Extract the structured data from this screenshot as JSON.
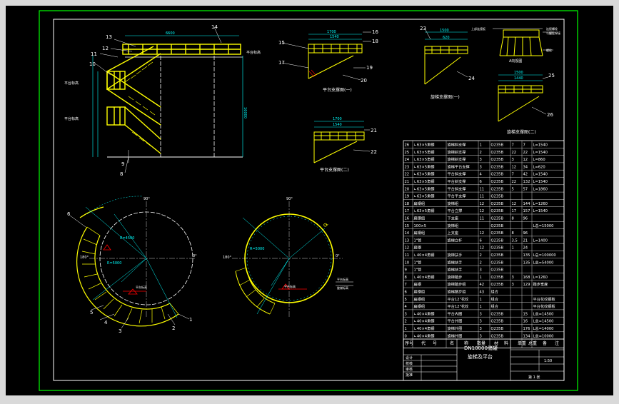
{
  "bom_rows": [
    [
      "26",
      "∟63×5角钢",
      "旋梯斜支撑",
      "1",
      "Q235B",
      "7",
      "7",
      "L=1540"
    ],
    [
      "25",
      "∟63×5角钢",
      "旋梯斜支撑",
      "2",
      "Q235B",
      "22",
      "22",
      "L=1540"
    ],
    [
      "24",
      "∟63×5角钢",
      "旋梯斜支撑",
      "3",
      "Q235B",
      "3",
      "12",
      "L=860"
    ],
    [
      "23",
      "∟63×5角钢",
      "旋梯平台支撑",
      "3",
      "Q235B",
      "12",
      "34",
      "L=620"
    ],
    [
      "22",
      "∟63×5角钢",
      "平台斜支撑",
      "4",
      "Q235B",
      "7",
      "42",
      "L=1540"
    ],
    [
      "21",
      "∟63×5角钢",
      "平台斜支撑",
      "6",
      "Q235B",
      "22",
      "132",
      "L=1540"
    ],
    [
      "20",
      "∟63×5角钢",
      "平台斜支撑",
      "11",
      "Q235B",
      "5",
      "57",
      "L=1860"
    ],
    [
      "19",
      "∟63×5角钢",
      "平台平支撑",
      "11",
      "Q235B",
      "",
      "",
      ""
    ],
    [
      "18",
      "扁钢组",
      "旋梯组",
      "12",
      "Q235B",
      "12",
      "144",
      "L=1260"
    ],
    [
      "17",
      "∟63×5角钢",
      "平台立撑",
      "12",
      "Q235B",
      "17",
      "157",
      "L=1540"
    ],
    [
      "16",
      "扁钢组",
      "下支座",
      "11",
      "Q235B",
      "8",
      "96",
      ""
    ],
    [
      "15",
      "100×5",
      "旋梯组",
      "",
      "Q235B",
      "",
      "",
      "L总=15000"
    ],
    [
      "14",
      "扁钢组",
      "上支座",
      "12",
      "Q235B",
      "8",
      "96",
      ""
    ],
    [
      "13",
      "1\"管",
      "旋梯立杆",
      "6",
      "Q235B",
      "3.5",
      "21",
      "L=1400"
    ],
    [
      "12",
      "扁钢",
      "",
      "12",
      "Q235B",
      "1",
      "24",
      ""
    ],
    [
      "11",
      "∟40×4角钢",
      "旋梯扶手",
      "2",
      "Q235B",
      "",
      "135",
      "L总=100000"
    ],
    [
      "10",
      "1\"管",
      "旋梯扶手",
      "2",
      "Q235B",
      "",
      "135",
      "L总=54000"
    ],
    [
      "9",
      "1\"管",
      "旋梯扶手",
      "3",
      "Q235B",
      "",
      "",
      ""
    ],
    [
      "8",
      "∟40×4角钢",
      "旋梯踏步",
      "1",
      "Q235B",
      "3",
      "168",
      "L=1260"
    ],
    [
      "7",
      "扁钢",
      "旋梯踏步组",
      "42",
      "Q235B",
      "3",
      "129",
      "踏步宽度"
    ],
    [
      "6",
      "扁钢组",
      "旋梯踏步组",
      "43",
      "组合",
      "",
      "",
      ""
    ],
    [
      "5",
      "扁钢组",
      "平台12\"花纹",
      "1",
      "组合",
      "",
      "",
      "平台花纹钢板"
    ],
    [
      "4",
      "扁钢组",
      "平台12\"花纹",
      "1",
      "组合",
      "",
      "",
      "平台花纹钢板"
    ],
    [
      "3",
      "∟40×4角钢",
      "平台内圈",
      "3",
      "Q235B",
      "",
      "15",
      "L总=14500"
    ],
    [
      "2",
      "∟40×4角钢",
      "平台外圈",
      "3",
      "Q235B",
      "",
      "16",
      "L总=14500"
    ],
    [
      "1",
      "∟40×4角钢",
      "旋梯外圈",
      "3",
      "Q235B",
      "",
      "176",
      "L总=14000"
    ],
    [
      "0",
      "∟40×4角钢",
      "旋梯外圈",
      "3",
      "Q235B",
      "",
      "134",
      "L总=10000"
    ]
  ],
  "header_row": [
    "序号",
    "代",
    "号",
    "名",
    "称",
    "数量",
    "材",
    "料",
    "单重",
    "总重",
    "备",
    "注"
  ],
  "title_block": {
    "drawing_name": "DN10000储罐",
    "drawing_sub": "旋梯及平台",
    "scale": "1:50",
    "bottom_label": "第 1 张",
    "approvals": [
      "设计",
      "校核",
      "审核",
      "批准"
    ]
  },
  "view_labels": {
    "platform_bracket_1": "平台支撑图(一)",
    "platform_bracket_2": "平台支撑图(二)",
    "stair_bracket_1": "旋梯支撑图(一)",
    "stair_bracket_2": "旋梯支撑图(二)",
    "detail_a": "A向视图"
  },
  "callouts_elevation": [
    "13",
    "12",
    "11",
    "10",
    "14",
    "9",
    "8"
  ],
  "callouts_plan": [
    "6",
    "5",
    "4",
    "3",
    "2",
    "1"
  ],
  "callouts_bracket": [
    "15",
    "16",
    "17",
    "18",
    "19",
    "20",
    "21",
    "22"
  ],
  "callouts_stair": [
    "23",
    "24",
    "25",
    "26"
  ],
  "colors": {
    "background": "#000000",
    "frame": "#00ff00",
    "steel": "#ffff00",
    "dimension": "#00ffff",
    "text": "#ffffff",
    "hatch": "#ff0000"
  },
  "icons": [
    "north-arrow-icon"
  ]
}
